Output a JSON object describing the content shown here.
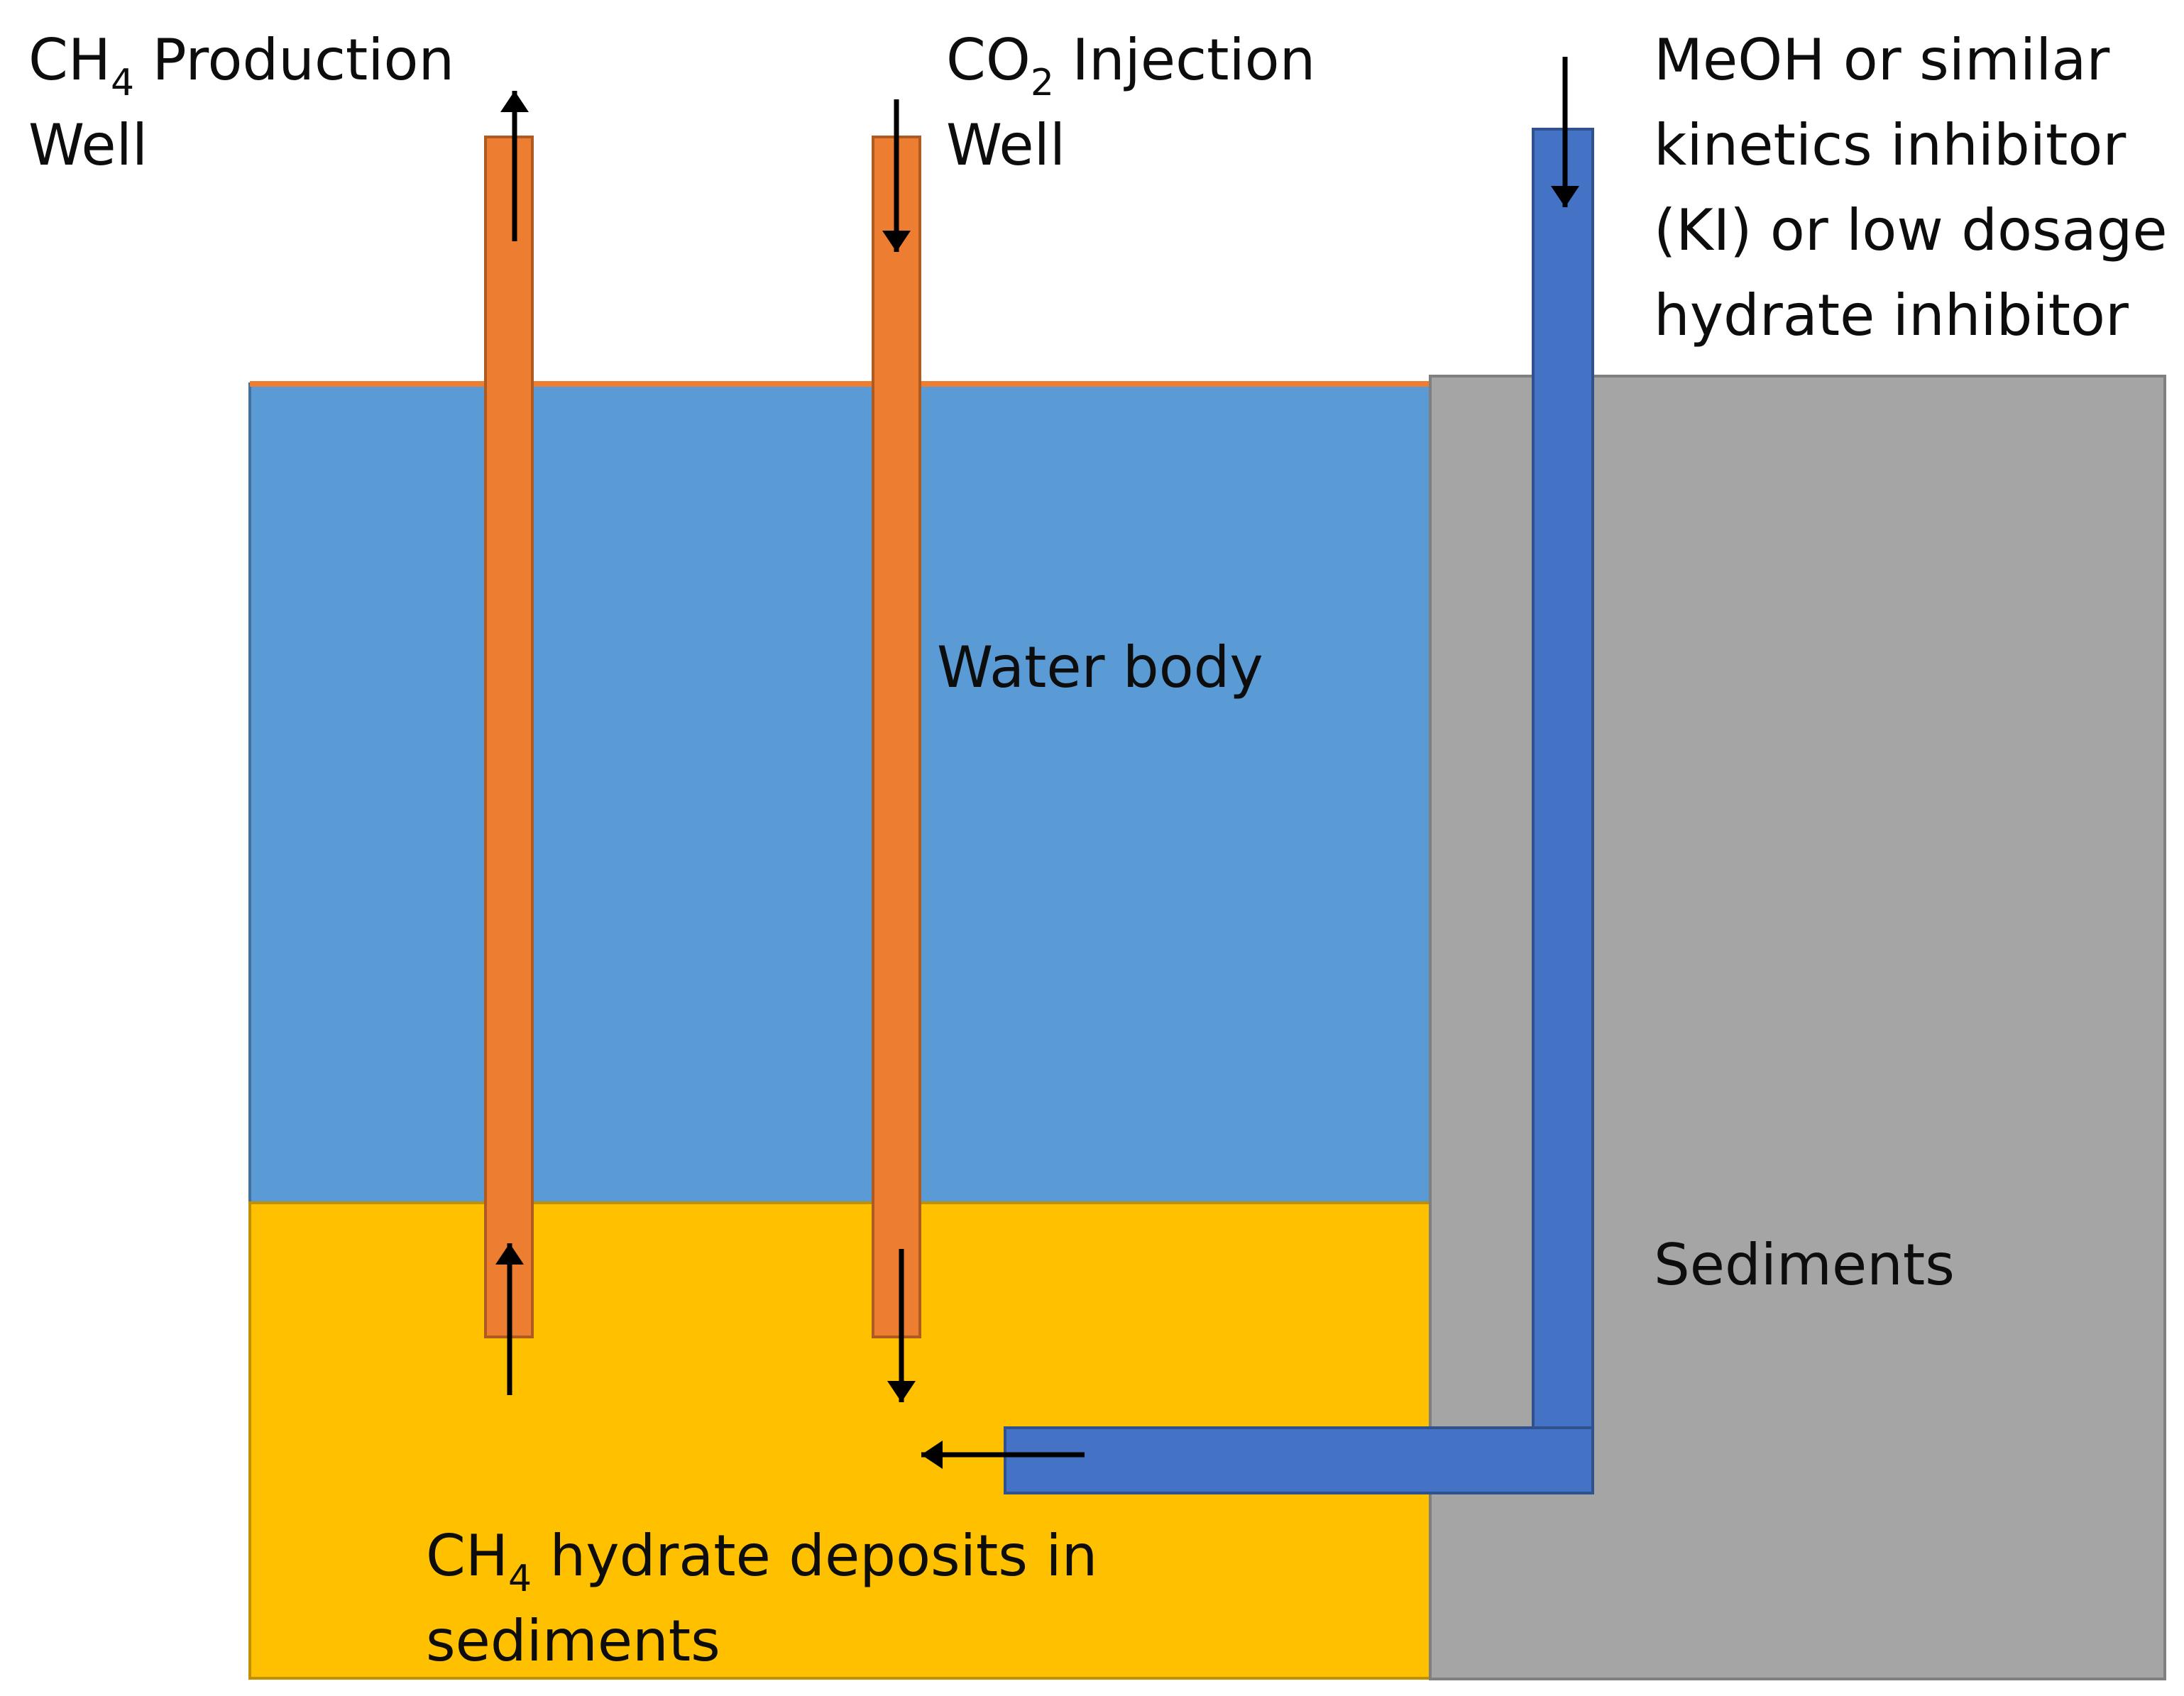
{
  "labels": {
    "ch4_well": {
      "prefix": "CH",
      "sub": "4",
      "suffix": " Production",
      "line2": "Well"
    },
    "co2_well": {
      "prefix": "CO",
      "sub": "2",
      "suffix": " Injection",
      "line2": "Well"
    },
    "inhibitor": [
      "MeOH or similar",
      "kinetics inhibitor",
      "(KI) or low dosage",
      "hydrate inhibitor"
    ],
    "water": "Water body",
    "sediments": "Sediments",
    "hydrate": {
      "prefix": "CH",
      "sub": "4",
      "suffix": " hydrate deposits in",
      "line2": "sediments"
    }
  },
  "colors": {
    "water": "#5b9bd5",
    "hydrate_layer": "#ffc000",
    "sediments": "#a5a5a5",
    "well_pipe": "#ed7d31",
    "inhibitor_pipe": "#4472c4",
    "arrow": "#000000"
  }
}
